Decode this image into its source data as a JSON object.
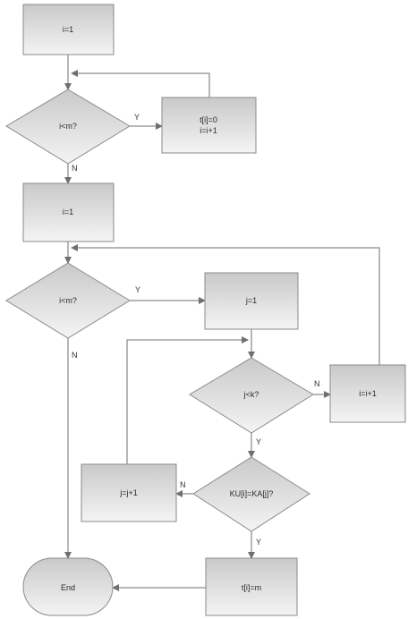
{
  "nodes": {
    "init_i_1": "i=1",
    "cond_1": "i<m?",
    "set_t": [
      "t[i]=0",
      "i=i+1"
    ],
    "init_i_2": "i=1",
    "cond_2": "i<m?",
    "init_j": "j=1",
    "cond_j": "j<k?",
    "inc_i": "i=i+1",
    "cond_ku": "KU[i]=KA[j]?",
    "inc_j": "j=j+1",
    "set_t_m": "t[i]=m",
    "end": "End"
  },
  "edge_labels": {
    "y1": "Y",
    "n1": "N",
    "y2": "Y",
    "n2": "N",
    "n_j": "N",
    "y_j": "Y",
    "n_ku": "N",
    "y_ku": "Y"
  },
  "colors": {
    "fill_top": "#c9c9c9",
    "fill_bottom": "#f4f4f4",
    "stroke": "#8a8a8a",
    "line": "#6f6f6f"
  }
}
